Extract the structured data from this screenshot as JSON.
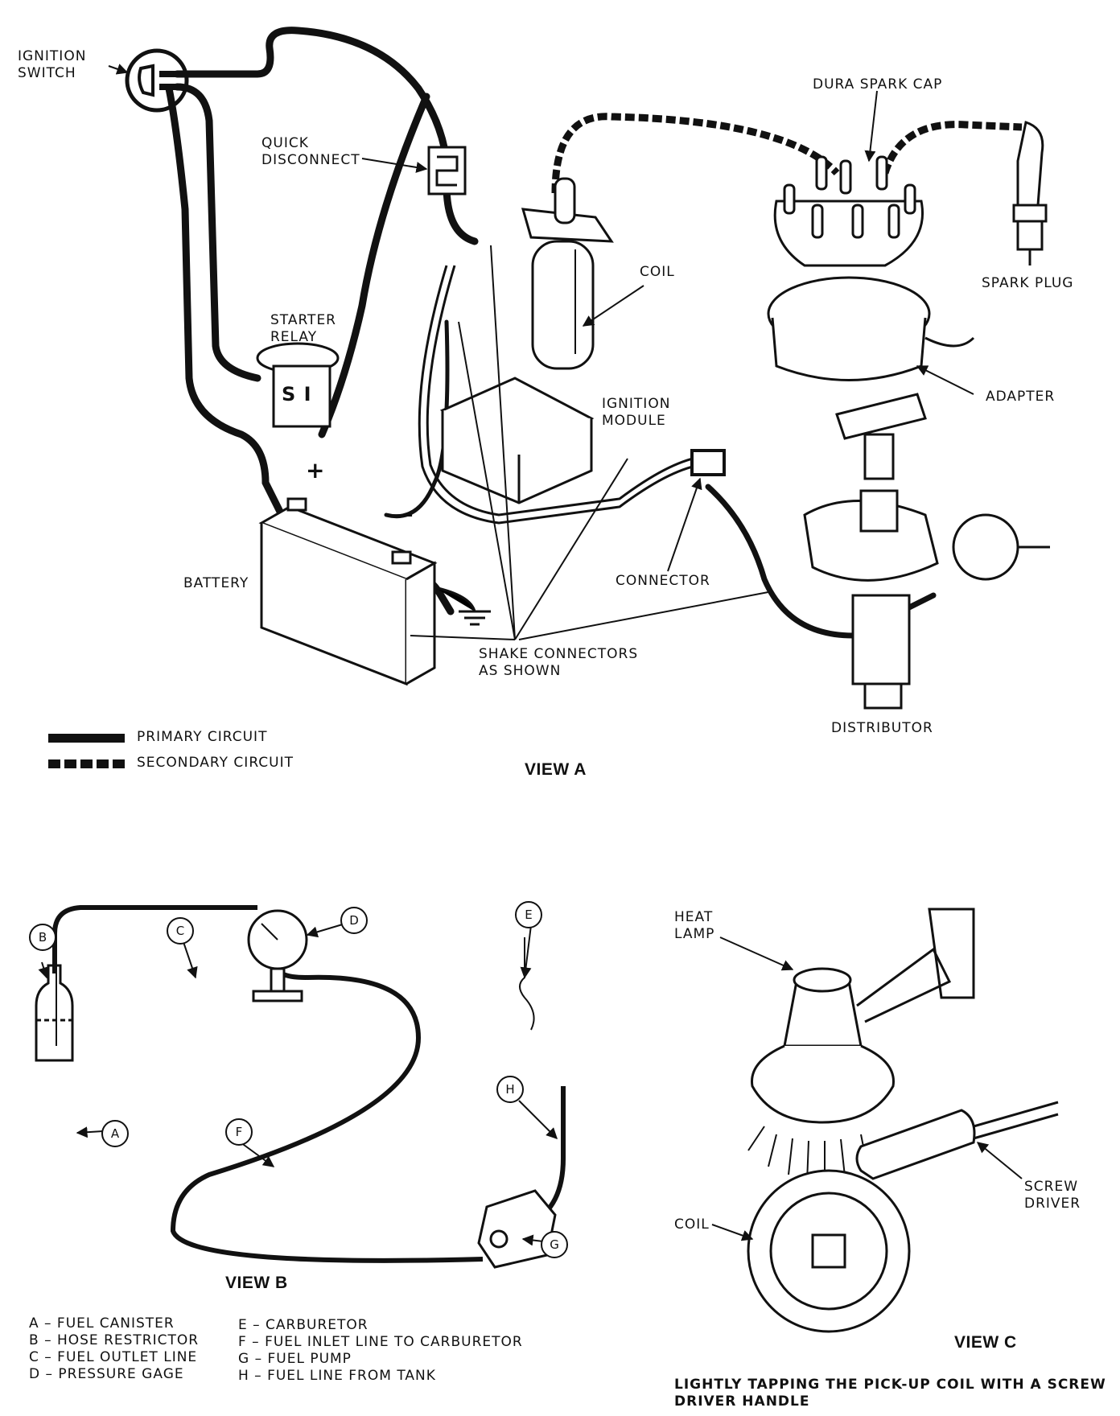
{
  "view_a": {
    "title": "VIEW A",
    "labels": {
      "ignition_switch": "IGNITION\nSWITCH",
      "quick_disconnect": "QUICK\nDISCONNECT",
      "dura_spark_cap": "DURA SPARK CAP",
      "coil": "COIL",
      "spark_plug": "SPARK PLUG",
      "starter_relay": "STARTER\nRELAY",
      "ignition_module": "IGNITION\nMODULE",
      "adapter": "ADAPTER",
      "battery": "BATTERY",
      "connector": "CONNECTOR",
      "shake_connectors": "SHAKE CONNECTORS\nAS SHOWN",
      "distributor": "DISTRIBUTOR",
      "relay_mark": "S I",
      "plus": "+",
      "minus": "-"
    },
    "legend": {
      "primary": "PRIMARY CIRCUIT",
      "secondary": "SECONDARY CIRCUIT"
    }
  },
  "view_b": {
    "title": "VIEW B",
    "callouts": [
      "A",
      "B",
      "C",
      "D",
      "E",
      "F",
      "G",
      "H"
    ],
    "key_left": [
      "A – FUEL CANISTER",
      "B – HOSE RESTRICTOR",
      "C – FUEL OUTLET LINE",
      "D – PRESSURE GAGE"
    ],
    "key_right": [
      "E – CARBURETOR",
      "F – FUEL INLET LINE TO CARBURETOR",
      "G – FUEL PUMP",
      "H – FUEL LINE FROM TANK"
    ]
  },
  "view_c": {
    "title": "VIEW C",
    "labels": {
      "heat_lamp": "HEAT\nLAMP",
      "screw_driver": "SCREW\nDRIVER",
      "coil": "COIL"
    },
    "caption": "LIGHTLY TAPPING THE PICK-UP COIL WITH A SCREW\nDRIVER HANDLE"
  },
  "colors": {
    "ink": "#111111",
    "paper": "#ffffff"
  }
}
